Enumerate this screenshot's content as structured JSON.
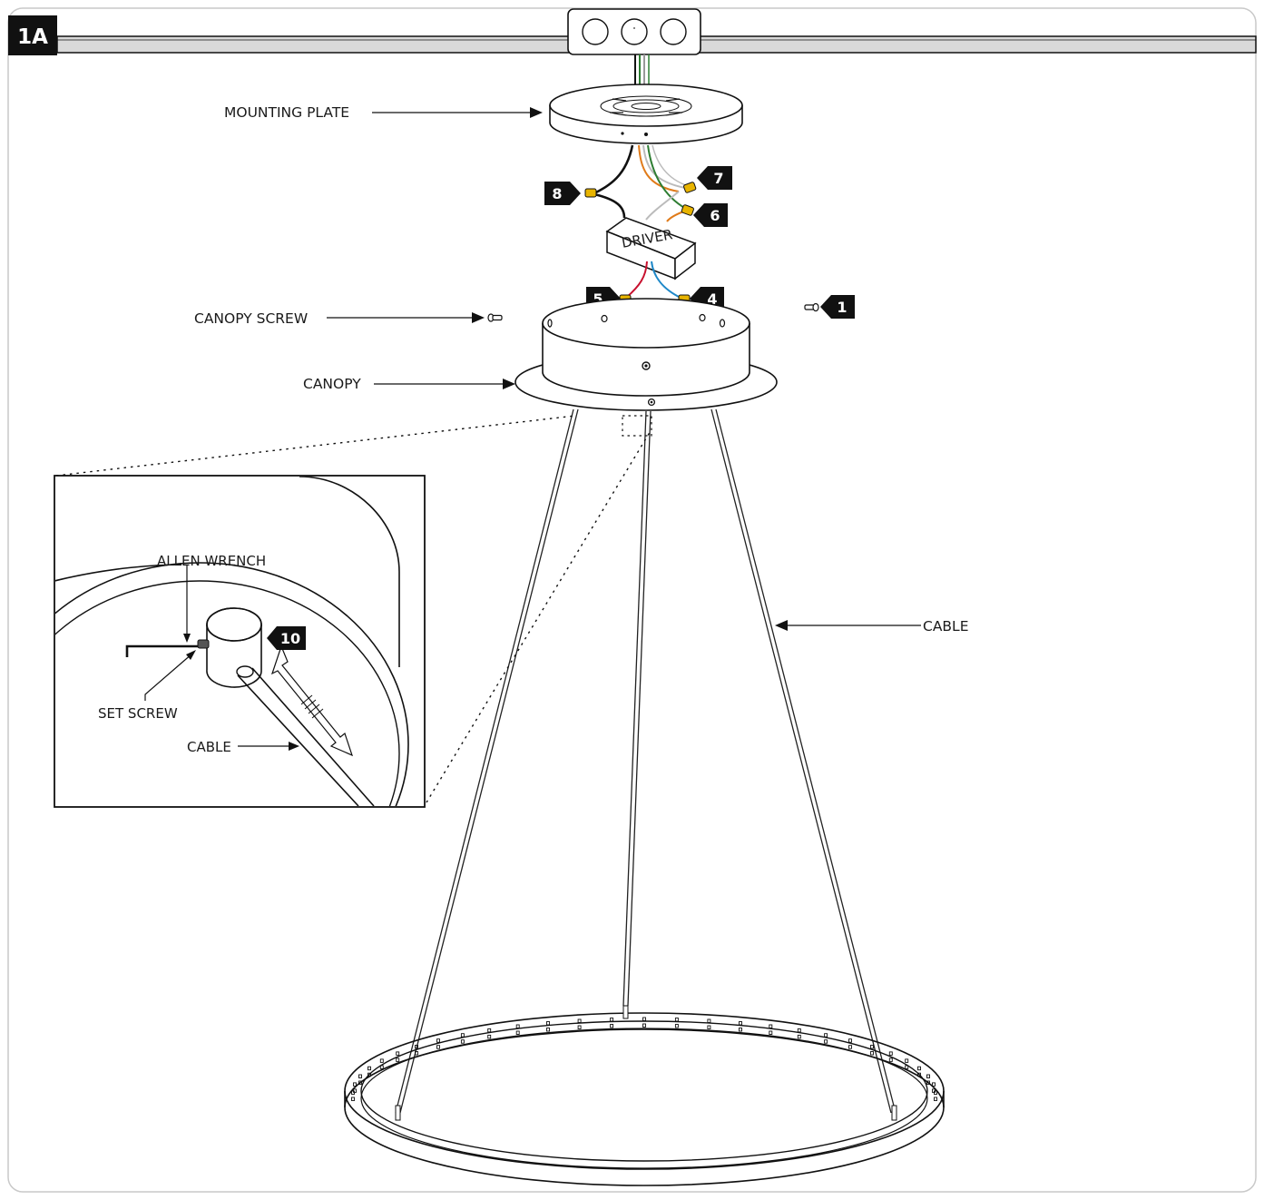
{
  "step": {
    "label": "1A"
  },
  "labels": {
    "mounting_plate": "MOUNTING PLATE",
    "canopy_screw": "CANOPY SCREW",
    "canopy": "CANOPY",
    "cable": "CABLE",
    "driver": "DRIVER",
    "allen_wrench": "ALLEN WRENCH",
    "set_screw": "SET SCREW",
    "inset_cable": "CABLE"
  },
  "badges": {
    "b1": "1",
    "b4": "4",
    "b5": "5",
    "b6": "6",
    "b7": "7",
    "b8": "8",
    "b10": "10"
  },
  "colors": {
    "ink": "#111111",
    "wire_red": "#c8102e",
    "wire_blue": "#1e88c8",
    "wire_green": "#2e7d32",
    "wire_orange": "#e07b1a",
    "wire_white": "#bbbbbb",
    "connector_yellow": "#e8b400"
  }
}
